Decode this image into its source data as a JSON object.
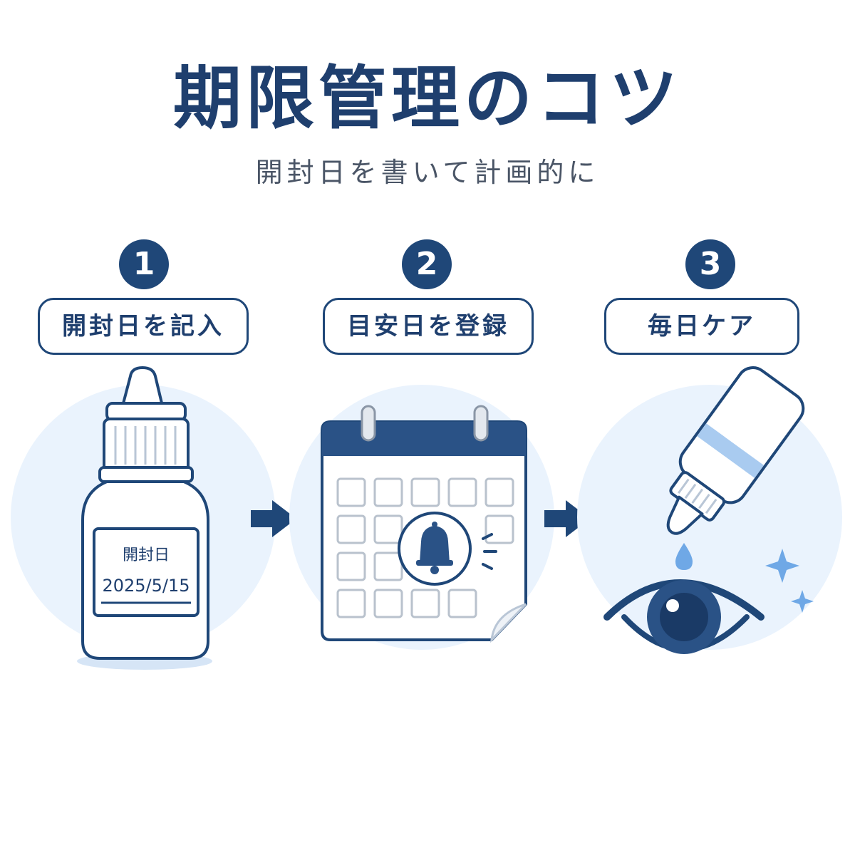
{
  "title": "期限管理のコツ",
  "subtitle": "開封日を書いて計画的に",
  "steps": [
    {
      "number": "1",
      "label": "開封日を記入",
      "bottle_label_title": "開封日",
      "bottle_label_date": "2025/5/15"
    },
    {
      "number": "2",
      "label": "目安日を登録"
    },
    {
      "number": "3",
      "label": "毎日ケア"
    }
  ],
  "colors": {
    "navy": "#1f4778",
    "light_bg": "#eaf3fd",
    "accent_blue": "#6fa8e6"
  },
  "icons": [
    "eye-drop-bottle-icon",
    "calendar-icon",
    "bell-icon",
    "eye-icon",
    "sparkle-icon",
    "arrow-right-icon"
  ]
}
